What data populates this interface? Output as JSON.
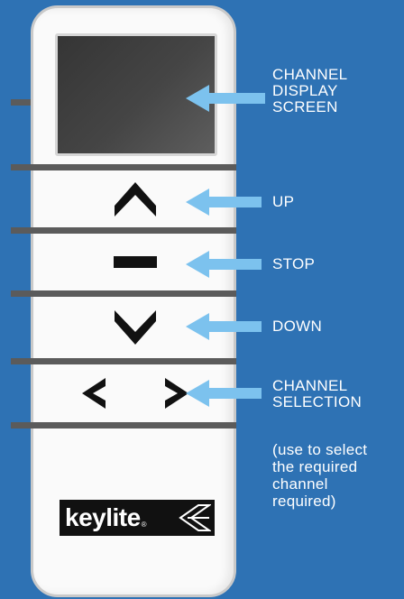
{
  "labels": {
    "channel_display_screen": [
      "CHANNEL",
      "DISPLAY",
      "SCREEN"
    ],
    "up": "UP",
    "stop": "STOP",
    "down": "DOWN",
    "channel_selection": [
      "CHANNEL",
      "SELECTION"
    ],
    "hint": [
      "(use to select",
      "the required",
      "channel",
      "required)"
    ]
  },
  "logo": {
    "text": "keylite",
    "registered": "®"
  },
  "colors": {
    "background": "#2e72b4",
    "arrow": "#7cc2ee",
    "remote_body": "#fafafa",
    "divider": "#5b5b5b",
    "screen": "#3c3c3c",
    "icon": "#111111"
  },
  "icons": [
    "up-chevron-icon",
    "stop-bar-icon",
    "down-chevron-icon",
    "left-chevron-icon",
    "right-chevron-icon",
    "keylite-logo"
  ]
}
